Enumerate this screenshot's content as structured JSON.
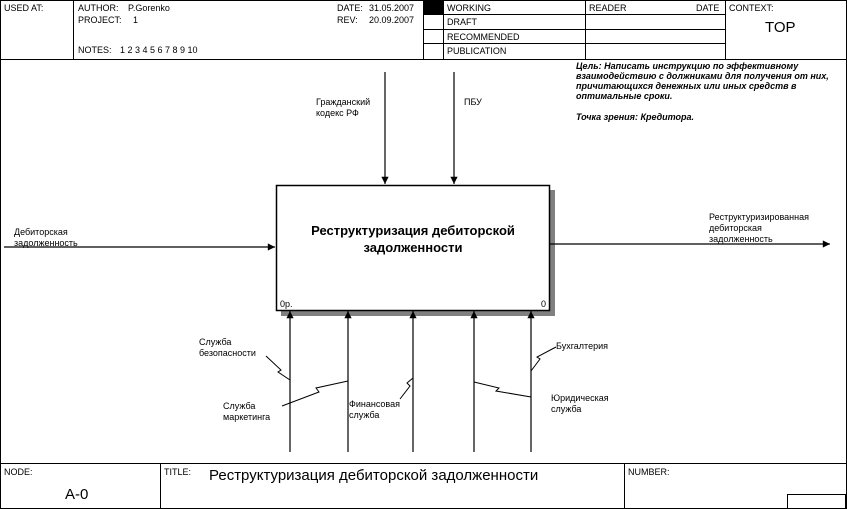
{
  "header": {
    "used_at_label": "USED AT:",
    "author_label": "AUTHOR:",
    "author_value": "P.Gorenko",
    "project_label": "PROJECT:",
    "project_value": "1",
    "notes_label": "NOTES:",
    "notes_value": "1  2  3  4  5  6  7  8  9  10",
    "date_label": "DATE:",
    "date_value": "31.05.2007",
    "rev_label": "REV:",
    "rev_value": "20.09.2007",
    "status": [
      "WORKING",
      "DRAFT",
      "RECOMMENDED",
      "PUBLICATION"
    ],
    "reader_label": "READER",
    "reader_date_label": "DATE",
    "context_label": "CONTEXT:",
    "context_value": "TOP"
  },
  "diagram": {
    "goal_text": "Цель: Написать инструкцию по эффективному взаимодействию с должниками для получения от них, причитающихся денежных или иных средств в оптимальные сроки.",
    "viewpoint_text": "Точка зрения: Кредитора.",
    "box": {
      "title": "Реструктуризация дебиторской задолженности",
      "cost": "0р.",
      "number": "0"
    },
    "inputs": [
      {
        "label_line1": "Дебиторская",
        "label_line2": "задолженность"
      }
    ],
    "controls": [
      {
        "label_line1": "Гражданский",
        "label_line2": "кодекс РФ"
      },
      {
        "label_line1": "ПБУ",
        "label_line2": ""
      }
    ],
    "outputs": [
      {
        "label_line1": "Реструктуризированная",
        "label_line2": "дебиторская",
        "label_line3": "задолженность"
      }
    ],
    "mechanisms": [
      {
        "label_line1": "Служба",
        "label_line2": "безопасности"
      },
      {
        "label_line1": "Служба",
        "label_line2": "маркетинга"
      },
      {
        "label_line1": "Финансовая",
        "label_line2": "служба"
      },
      {
        "label_line1": "Бухгалтерия",
        "label_line2": ""
      },
      {
        "label_line1": "Юридическая",
        "label_line2": "служба"
      }
    ]
  },
  "footer": {
    "node_label": "NODE:",
    "node_value": "A-0",
    "title_label": "TITLE:",
    "title_value": "Реструктуризация дебиторской задолженности",
    "number_label": "NUMBER:"
  }
}
